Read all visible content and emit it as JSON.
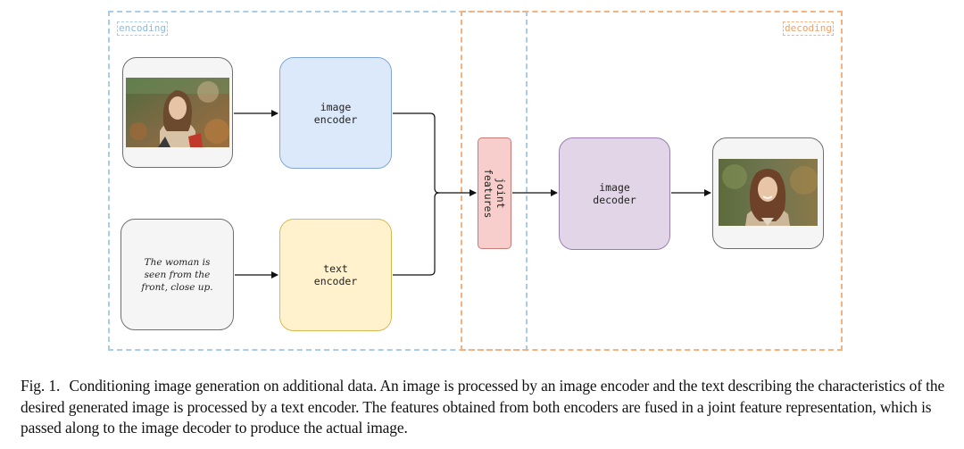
{
  "regions": {
    "encoding_label": "encoding",
    "decoding_label": "decoding"
  },
  "nodes": {
    "input_image": {
      "icon": "portrait-photo"
    },
    "input_text": "The woman is\nseen from the\nfront, close up.",
    "image_encoder": "image\nencoder",
    "text_encoder": "text\nencoder",
    "joint_features": "joint\nfeatures",
    "image_decoder": "image\ndecoder",
    "output_image": {
      "icon": "portrait-photo"
    }
  },
  "colors": {
    "encoding_region": "#a9cde9",
    "decoding_region": "#f3b27e",
    "image_encoder_fill": "#dbe9fb",
    "text_encoder_fill": "#fff2cc",
    "joint_features_fill": "#f8cecc",
    "image_decoder_fill": "#e1d5e7",
    "input_box_fill": "#f5f5f5"
  },
  "caption": {
    "label": "Fig. 1.",
    "text": "Conditioning image generation on additional data. An image is processed by an image encoder and the text describing the characteristics of the desired generated image is processed by a text encoder. The features obtained from both encoders are fused in a joint feature representation, which is passed along to the image decoder to produce the actual image."
  }
}
